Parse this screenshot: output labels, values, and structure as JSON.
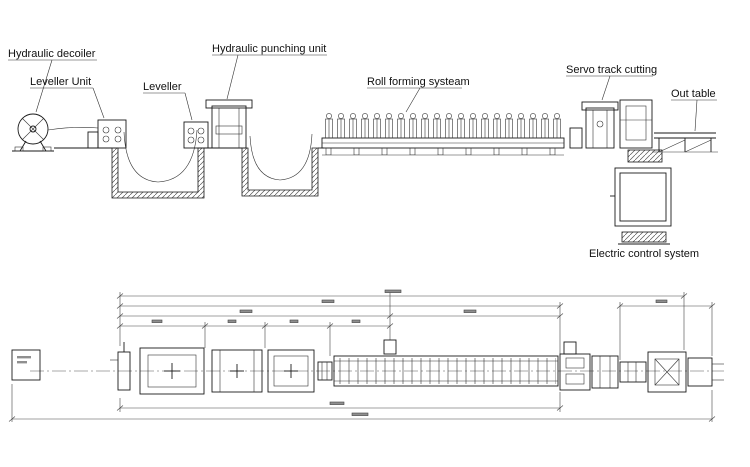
{
  "labels": {
    "hydraulic_decoiler": "Hydraulic decoiler",
    "leveller_unit": "Leveller Unit",
    "leveller": "Leveller",
    "hydraulic_punching_unit": "Hydraulic punching unit",
    "roll_forming_system": "Roll forming systeam",
    "servo_track_cutting": "Servo track cutting",
    "out_table": "Out table",
    "electric_control_system": "Electric control system"
  },
  "colors": {
    "line": "#1a1a1a",
    "background": "#ffffff"
  }
}
